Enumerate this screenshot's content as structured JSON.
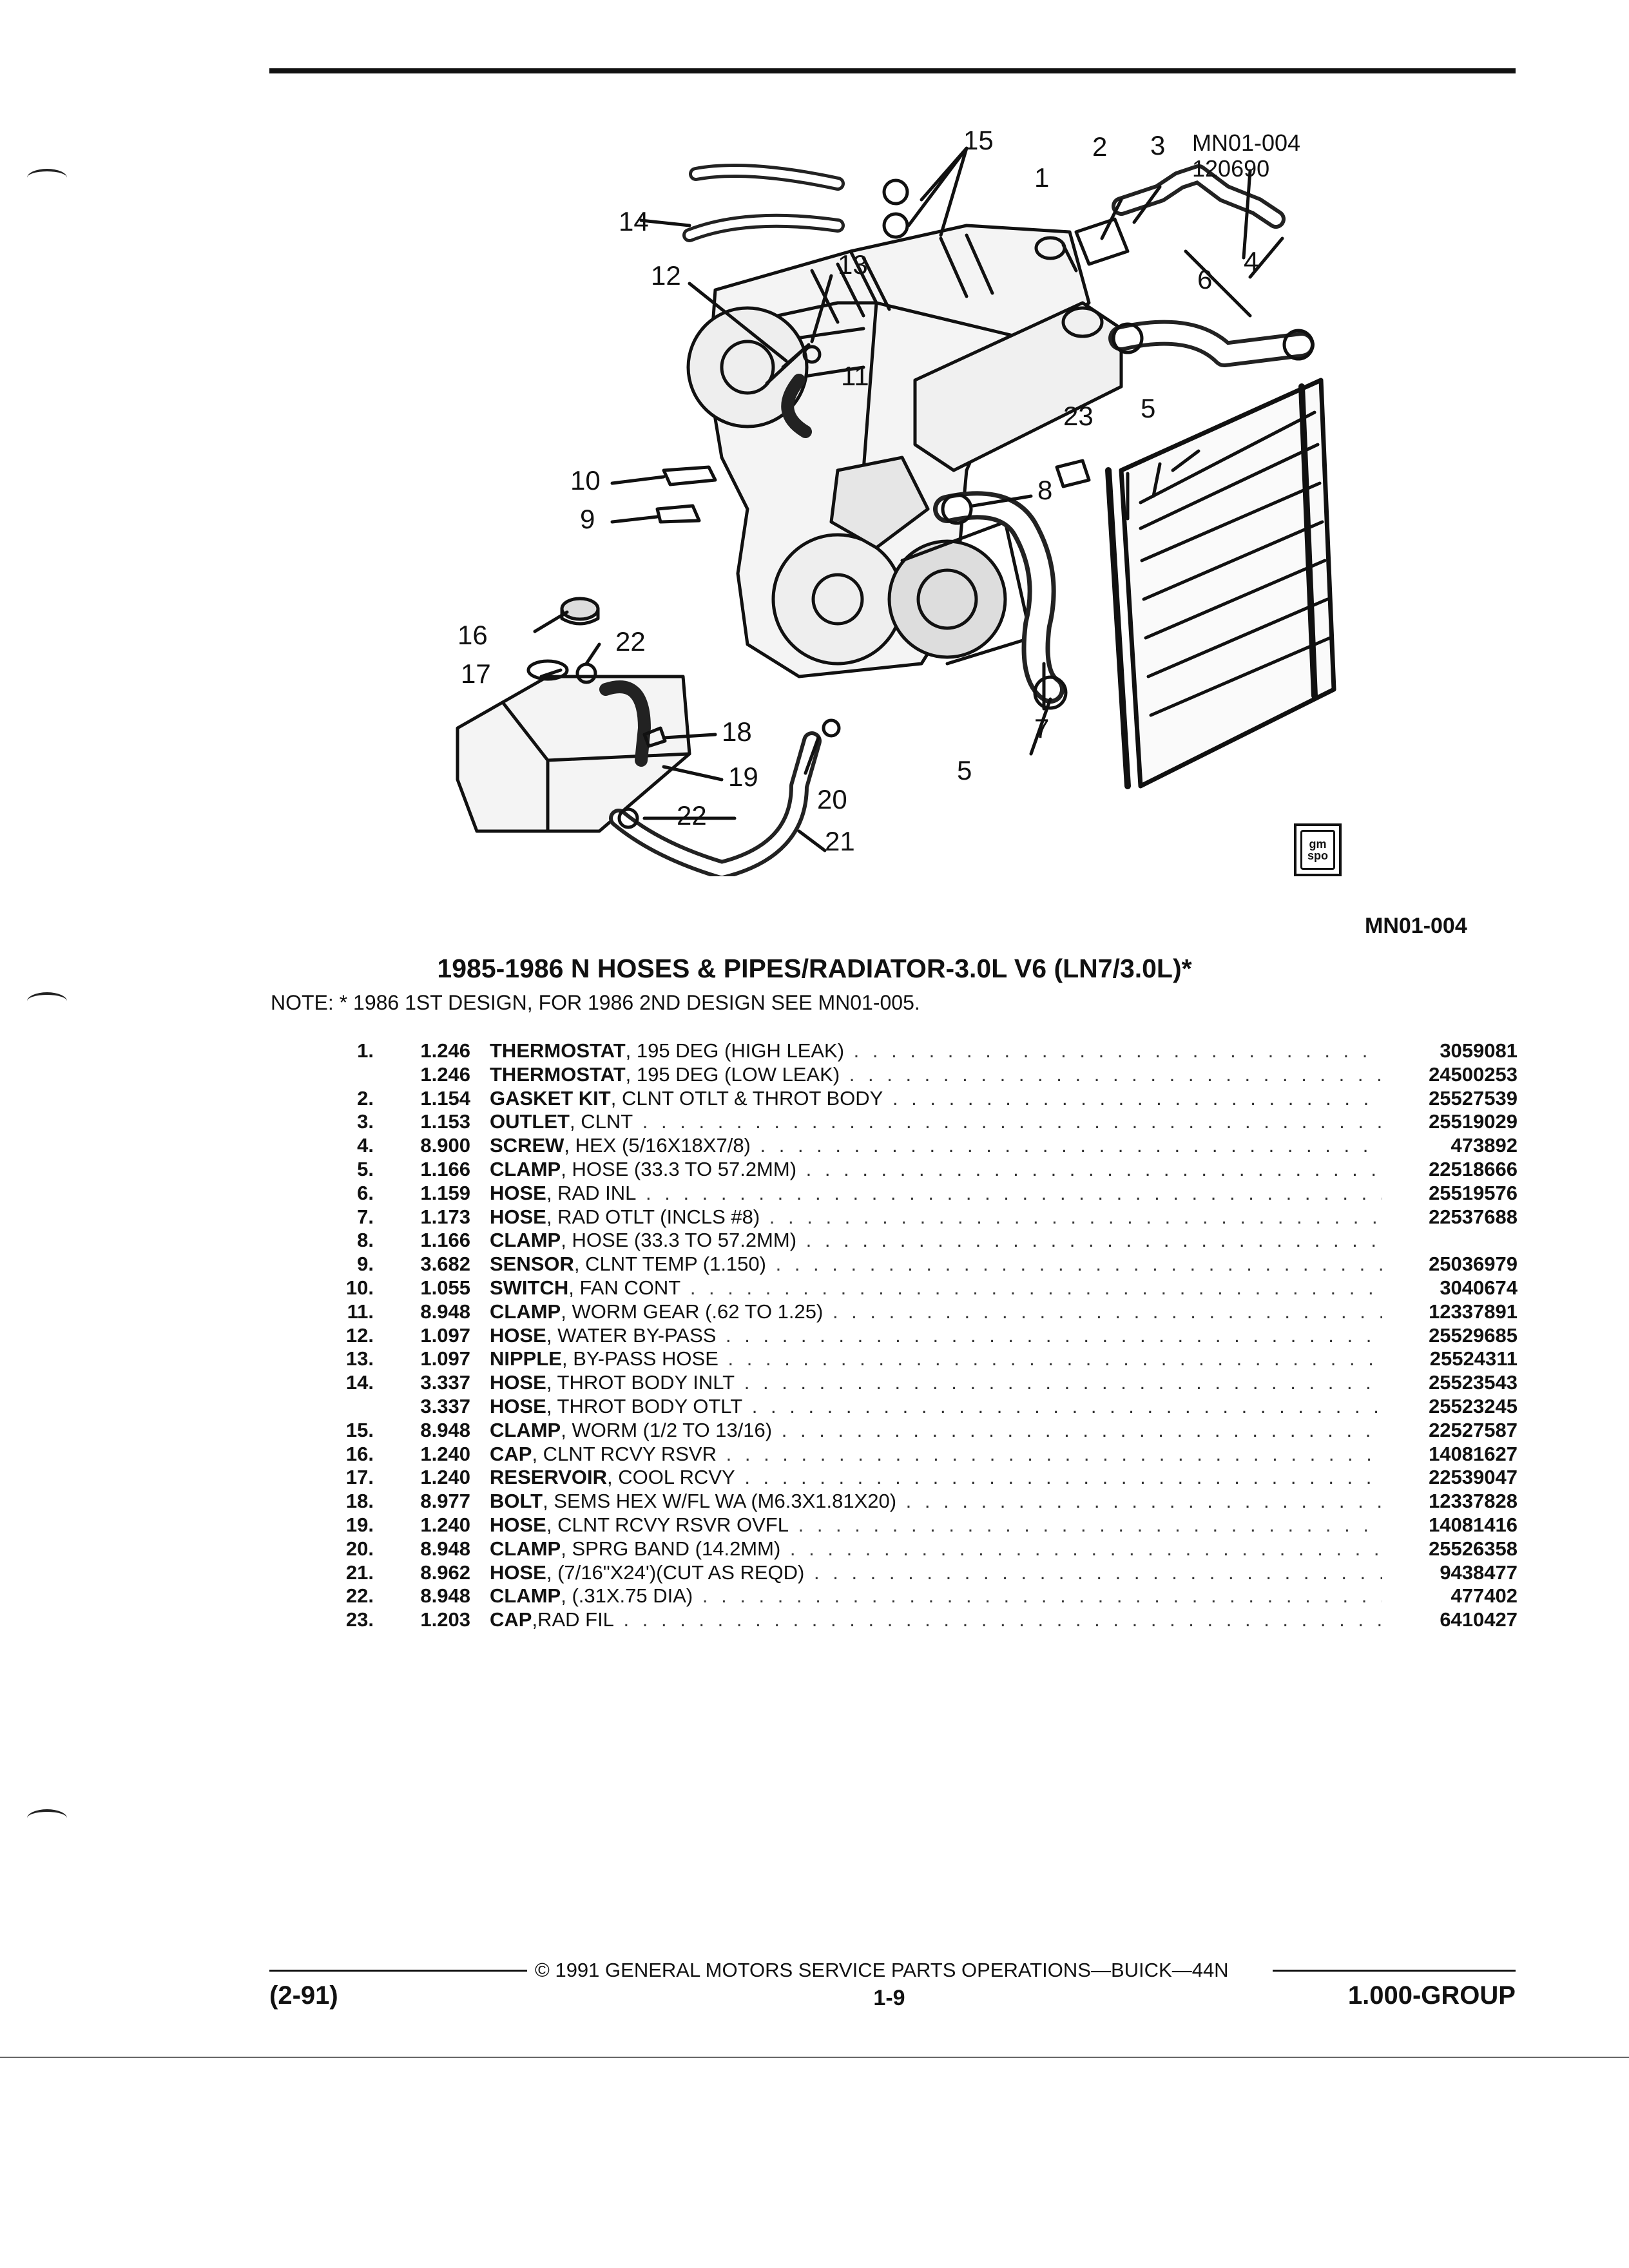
{
  "diagram": {
    "ref_code": "MN01-004",
    "ref_num": "120690",
    "callouts": [
      "15",
      "14",
      "13",
      "12",
      "11",
      "10",
      "9",
      "8",
      "7",
      "6",
      "5",
      "4",
      "3",
      "2",
      "1",
      "23",
      "16",
      "17",
      "22",
      "18",
      "19",
      "20",
      "21"
    ],
    "logo_text": "gm spo"
  },
  "figure_code": "MN01-004",
  "title": "1985-1986 N HOSES & PIPES/RADIATOR-3.0L V6 (LN7/3.0L)*",
  "note": "NOTE:  * 1986 1ST DESIGN, FOR 1986 2ND DESIGN SEE MN01-005.",
  "parts": [
    {
      "num": "1.",
      "code": "1.246",
      "name": "THERMOSTAT",
      "detail": ", 195 DEG (HIGH LEAK)",
      "pn": "3059081"
    },
    {
      "num": "",
      "code": "1.246",
      "name": "THERMOSTAT",
      "detail": ", 195 DEG (LOW LEAK)",
      "pn": "24500253"
    },
    {
      "num": "2.",
      "code": "1.154",
      "name": "GASKET KIT",
      "detail": ", CLNT OTLT & THROT BODY",
      "pn": "25527539"
    },
    {
      "num": "3.",
      "code": "1.153",
      "name": "OUTLET",
      "detail": ", CLNT",
      "pn": "25519029"
    },
    {
      "num": "4.",
      "code": "8.900",
      "name": "SCREW",
      "detail": ", HEX (5/16X18X7/8)",
      "pn": "473892"
    },
    {
      "num": "5.",
      "code": "1.166",
      "name": "CLAMP",
      "detail": ", HOSE (33.3 TO 57.2MM)",
      "pn": "22518666"
    },
    {
      "num": "6.",
      "code": "1.159",
      "name": "HOSE",
      "detail": ", RAD INL",
      "pn": "25519576"
    },
    {
      "num": "7.",
      "code": "1.173",
      "name": "HOSE",
      "detail": ", RAD OTLT (INCLS #8)",
      "pn": "22537688"
    },
    {
      "num": "8.",
      "code": "1.166",
      "name": "CLAMP",
      "detail": ", HOSE (33.3 TO 57.2MM)",
      "pn": ""
    },
    {
      "num": "9.",
      "code": "3.682",
      "name": "SENSOR",
      "detail": ", CLNT TEMP (1.150)",
      "pn": "25036979"
    },
    {
      "num": "10.",
      "code": "1.055",
      "name": "SWITCH",
      "detail": ", FAN CONT",
      "pn": "3040674"
    },
    {
      "num": "11.",
      "code": "8.948",
      "name": "CLAMP",
      "detail": ", WORM GEAR (.62 TO 1.25)",
      "pn": "12337891"
    },
    {
      "num": "12.",
      "code": "1.097",
      "name": "HOSE",
      "detail": ", WATER BY-PASS",
      "pn": "25529685"
    },
    {
      "num": "13.",
      "code": "1.097",
      "name": "NIPPLE",
      "detail": ", BY-PASS HOSE",
      "pn": "25524311"
    },
    {
      "num": "14.",
      "code": "3.337",
      "name": "HOSE",
      "detail": ", THROT BODY INLT",
      "pn": "25523543"
    },
    {
      "num": "",
      "code": "3.337",
      "name": "HOSE",
      "detail": ", THROT BODY OTLT",
      "pn": "25523245"
    },
    {
      "num": "15.",
      "code": "8.948",
      "name": "CLAMP",
      "detail": ", WORM (1/2 TO 13/16)",
      "pn": "22527587"
    },
    {
      "num": "16.",
      "code": "1.240",
      "name": "CAP",
      "detail": ", CLNT RCVY RSVR",
      "pn": "14081627"
    },
    {
      "num": "17.",
      "code": "1.240",
      "name": "RESERVOIR",
      "detail": ", COOL RCVY",
      "pn": "22539047"
    },
    {
      "num": "18.",
      "code": "8.977",
      "name": "BOLT",
      "detail": ", SEMS HEX W/FL WA (M6.3X1.81X20)",
      "pn": "12337828"
    },
    {
      "num": "19.",
      "code": "1.240",
      "name": "HOSE",
      "detail": ", CLNT RCVY RSVR OVFL",
      "pn": "14081416"
    },
    {
      "num": "20.",
      "code": "8.948",
      "name": "CLAMP",
      "detail": ", SPRG BAND (14.2MM)",
      "pn": "25526358"
    },
    {
      "num": "21.",
      "code": "8.962",
      "name": "HOSE",
      "detail": ", (7/16\"X24')(CUT AS REQD)",
      "pn": "9438477"
    },
    {
      "num": "22.",
      "code": "8.948",
      "name": "CLAMP",
      "detail": ", (.31X.75 DIA)",
      "pn": "477402"
    },
    {
      "num": "23.",
      "code": "1.203",
      "name": "CAP",
      "detail": ",RAD FIL",
      "pn": "6410427"
    }
  ],
  "footer": {
    "copyright": "©  1991  GENERAL MOTORS SERVICE PARTS OPERATIONS—BUICK—44N",
    "revision": "(2-91)",
    "page": "1-9",
    "group": "1.000-GROUP"
  }
}
